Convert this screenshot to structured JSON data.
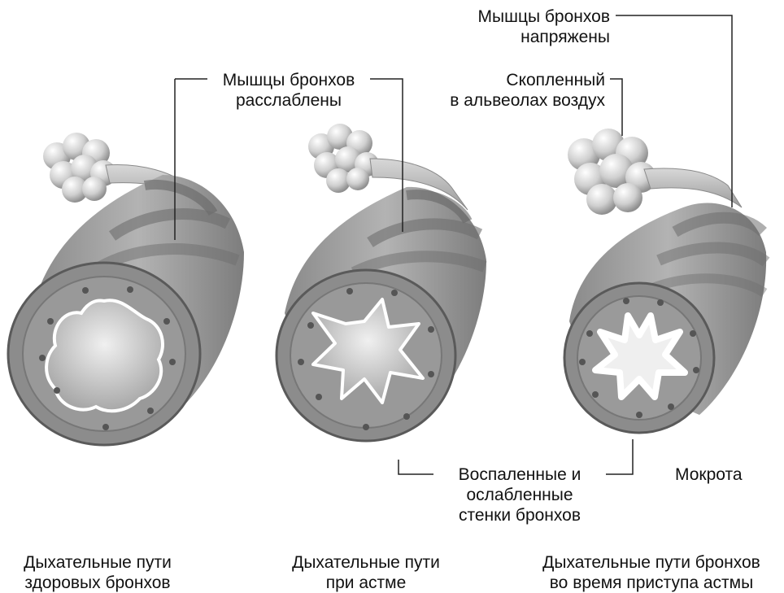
{
  "labels": {
    "muscles_tense": [
      "Мышцы бронхов",
      "напряжены"
    ],
    "muscles_relaxed": [
      "Мышцы бронхов",
      "расслаблены"
    ],
    "trapped_air": [
      "Скопленный",
      "в альвеолах воздух"
    ],
    "inflamed_walls": [
      "Воспаленные и",
      "ослабленные",
      "стенки бронхов"
    ],
    "mucus": "Мокрота"
  },
  "captions": {
    "healthy": [
      "Дыхательные пути",
      "здоровых бронхов"
    ],
    "asthma": [
      "Дыхательные пути",
      "при астме"
    ],
    "attack": [
      "Дыхательные пути бронхов",
      "во время приступа астмы"
    ]
  }
}
